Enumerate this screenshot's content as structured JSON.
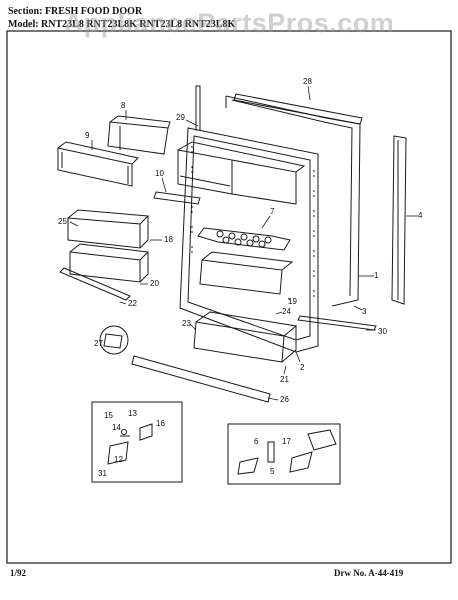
{
  "header": {
    "section_line": "Section: FRESH FOOD DOOR",
    "model_line": "Model: RNT23L8 RNT23L8K RNT23L8 RNT23L8K"
  },
  "watermark": "AppliancePartsPros.com",
  "footer": {
    "date": "1/92",
    "drawing_number": "Drw No. A-44-419"
  },
  "callouts": [
    "1",
    "2",
    "3",
    "4",
    "5",
    "6",
    "7",
    "8",
    "9",
    "10",
    "12",
    "13",
    "14",
    "15",
    "16",
    "17",
    "18",
    "19",
    "20",
    "21",
    "22",
    "23",
    "24",
    "25",
    "26",
    "27",
    "28",
    "29",
    "30",
    "31"
  ],
  "colors": {
    "line": "#1a1a1a",
    "watermark": "#969696",
    "background": "#ffffff"
  }
}
